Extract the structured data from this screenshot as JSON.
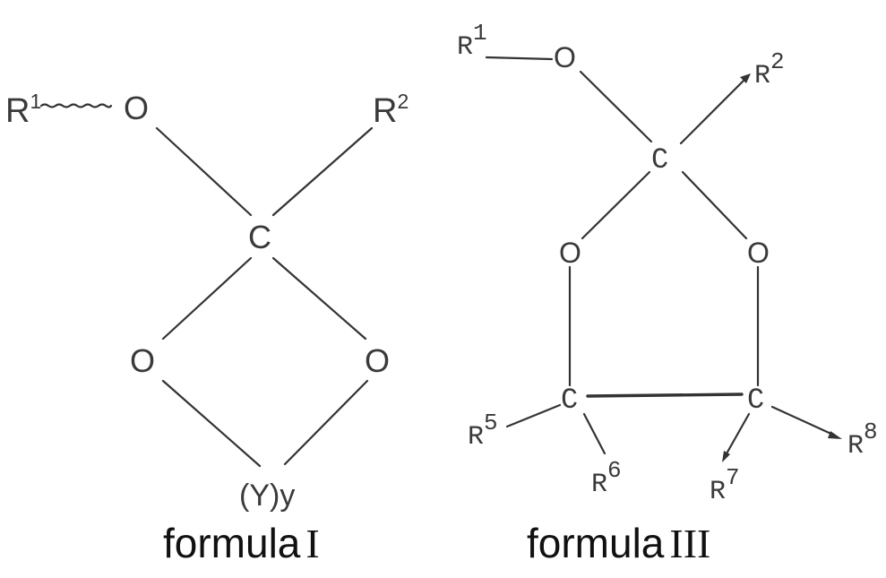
{
  "formula_1": {
    "atoms": {
      "r1": "R",
      "r1_sup": "1",
      "o_top": "O",
      "r2": "R",
      "r2_sup": "2",
      "c_center": "C",
      "o_left": "O",
      "o_right": "O",
      "y_group": "(Y)y"
    },
    "caption_word": "formula",
    "caption_numeral": "I"
  },
  "formula_3": {
    "atoms": {
      "r1": "R",
      "r1_sup": "1",
      "o_top": "O",
      "r2": "R",
      "r2_sup": "2",
      "c_center": "C",
      "o_left": "O",
      "o_right": "O",
      "c_left": "C",
      "c_right": "C",
      "r5": "R",
      "r5_sup": "5",
      "r6": "R",
      "r6_sup": "6",
      "r7": "R",
      "r7_sup": "7",
      "r8": "R",
      "r8_sup": "8"
    },
    "caption_word": "formula",
    "caption_numeral": "III"
  }
}
